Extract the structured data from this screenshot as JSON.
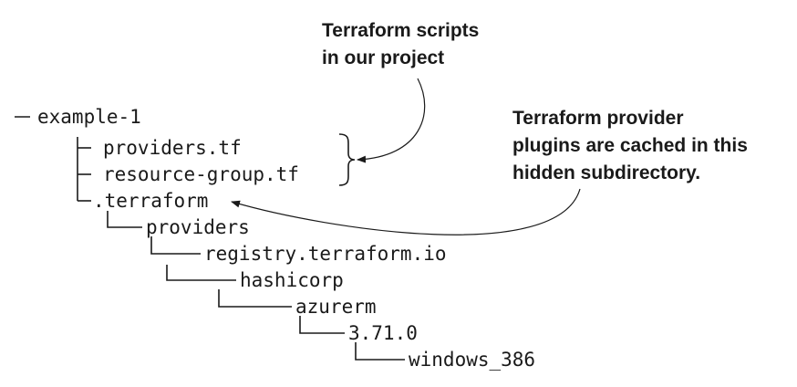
{
  "tree": {
    "root": "example-1",
    "files": [
      "providers.tf",
      "resource-group.tf"
    ],
    "hidden_dir": ".terraform",
    "path": [
      "providers",
      "registry.terraform.io",
      "hashicorp",
      "azurerm",
      "3.71.0",
      "windows_386"
    ]
  },
  "annotations": {
    "scripts_line1": "Terraform scripts",
    "scripts_line2": "in our project",
    "plugins_line1": "Terraform provider",
    "plugins_line2": "plugins are cached in this",
    "plugins_line3": "hidden subdirectory."
  }
}
